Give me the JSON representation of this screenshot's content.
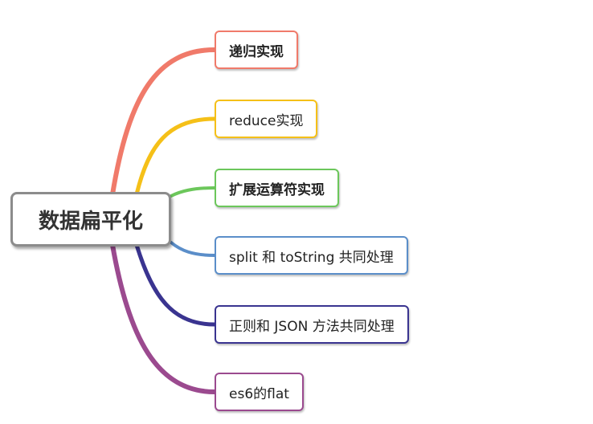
{
  "root": {
    "label": "数据扁平化"
  },
  "branches": [
    {
      "label": "递归实现",
      "color": "#f07a6a"
    },
    {
      "label": "reduce实现",
      "color": "#f5c018"
    },
    {
      "label": "扩展运算符实现",
      "color": "#6cc75b"
    },
    {
      "label": "split 和 toString 共同处理",
      "color": "#5b8ec9"
    },
    {
      "label": "正则和 JSON 方法共同处理",
      "color": "#3a3490"
    },
    {
      "label": "es6的flat",
      "color": "#9b4a8f"
    }
  ]
}
